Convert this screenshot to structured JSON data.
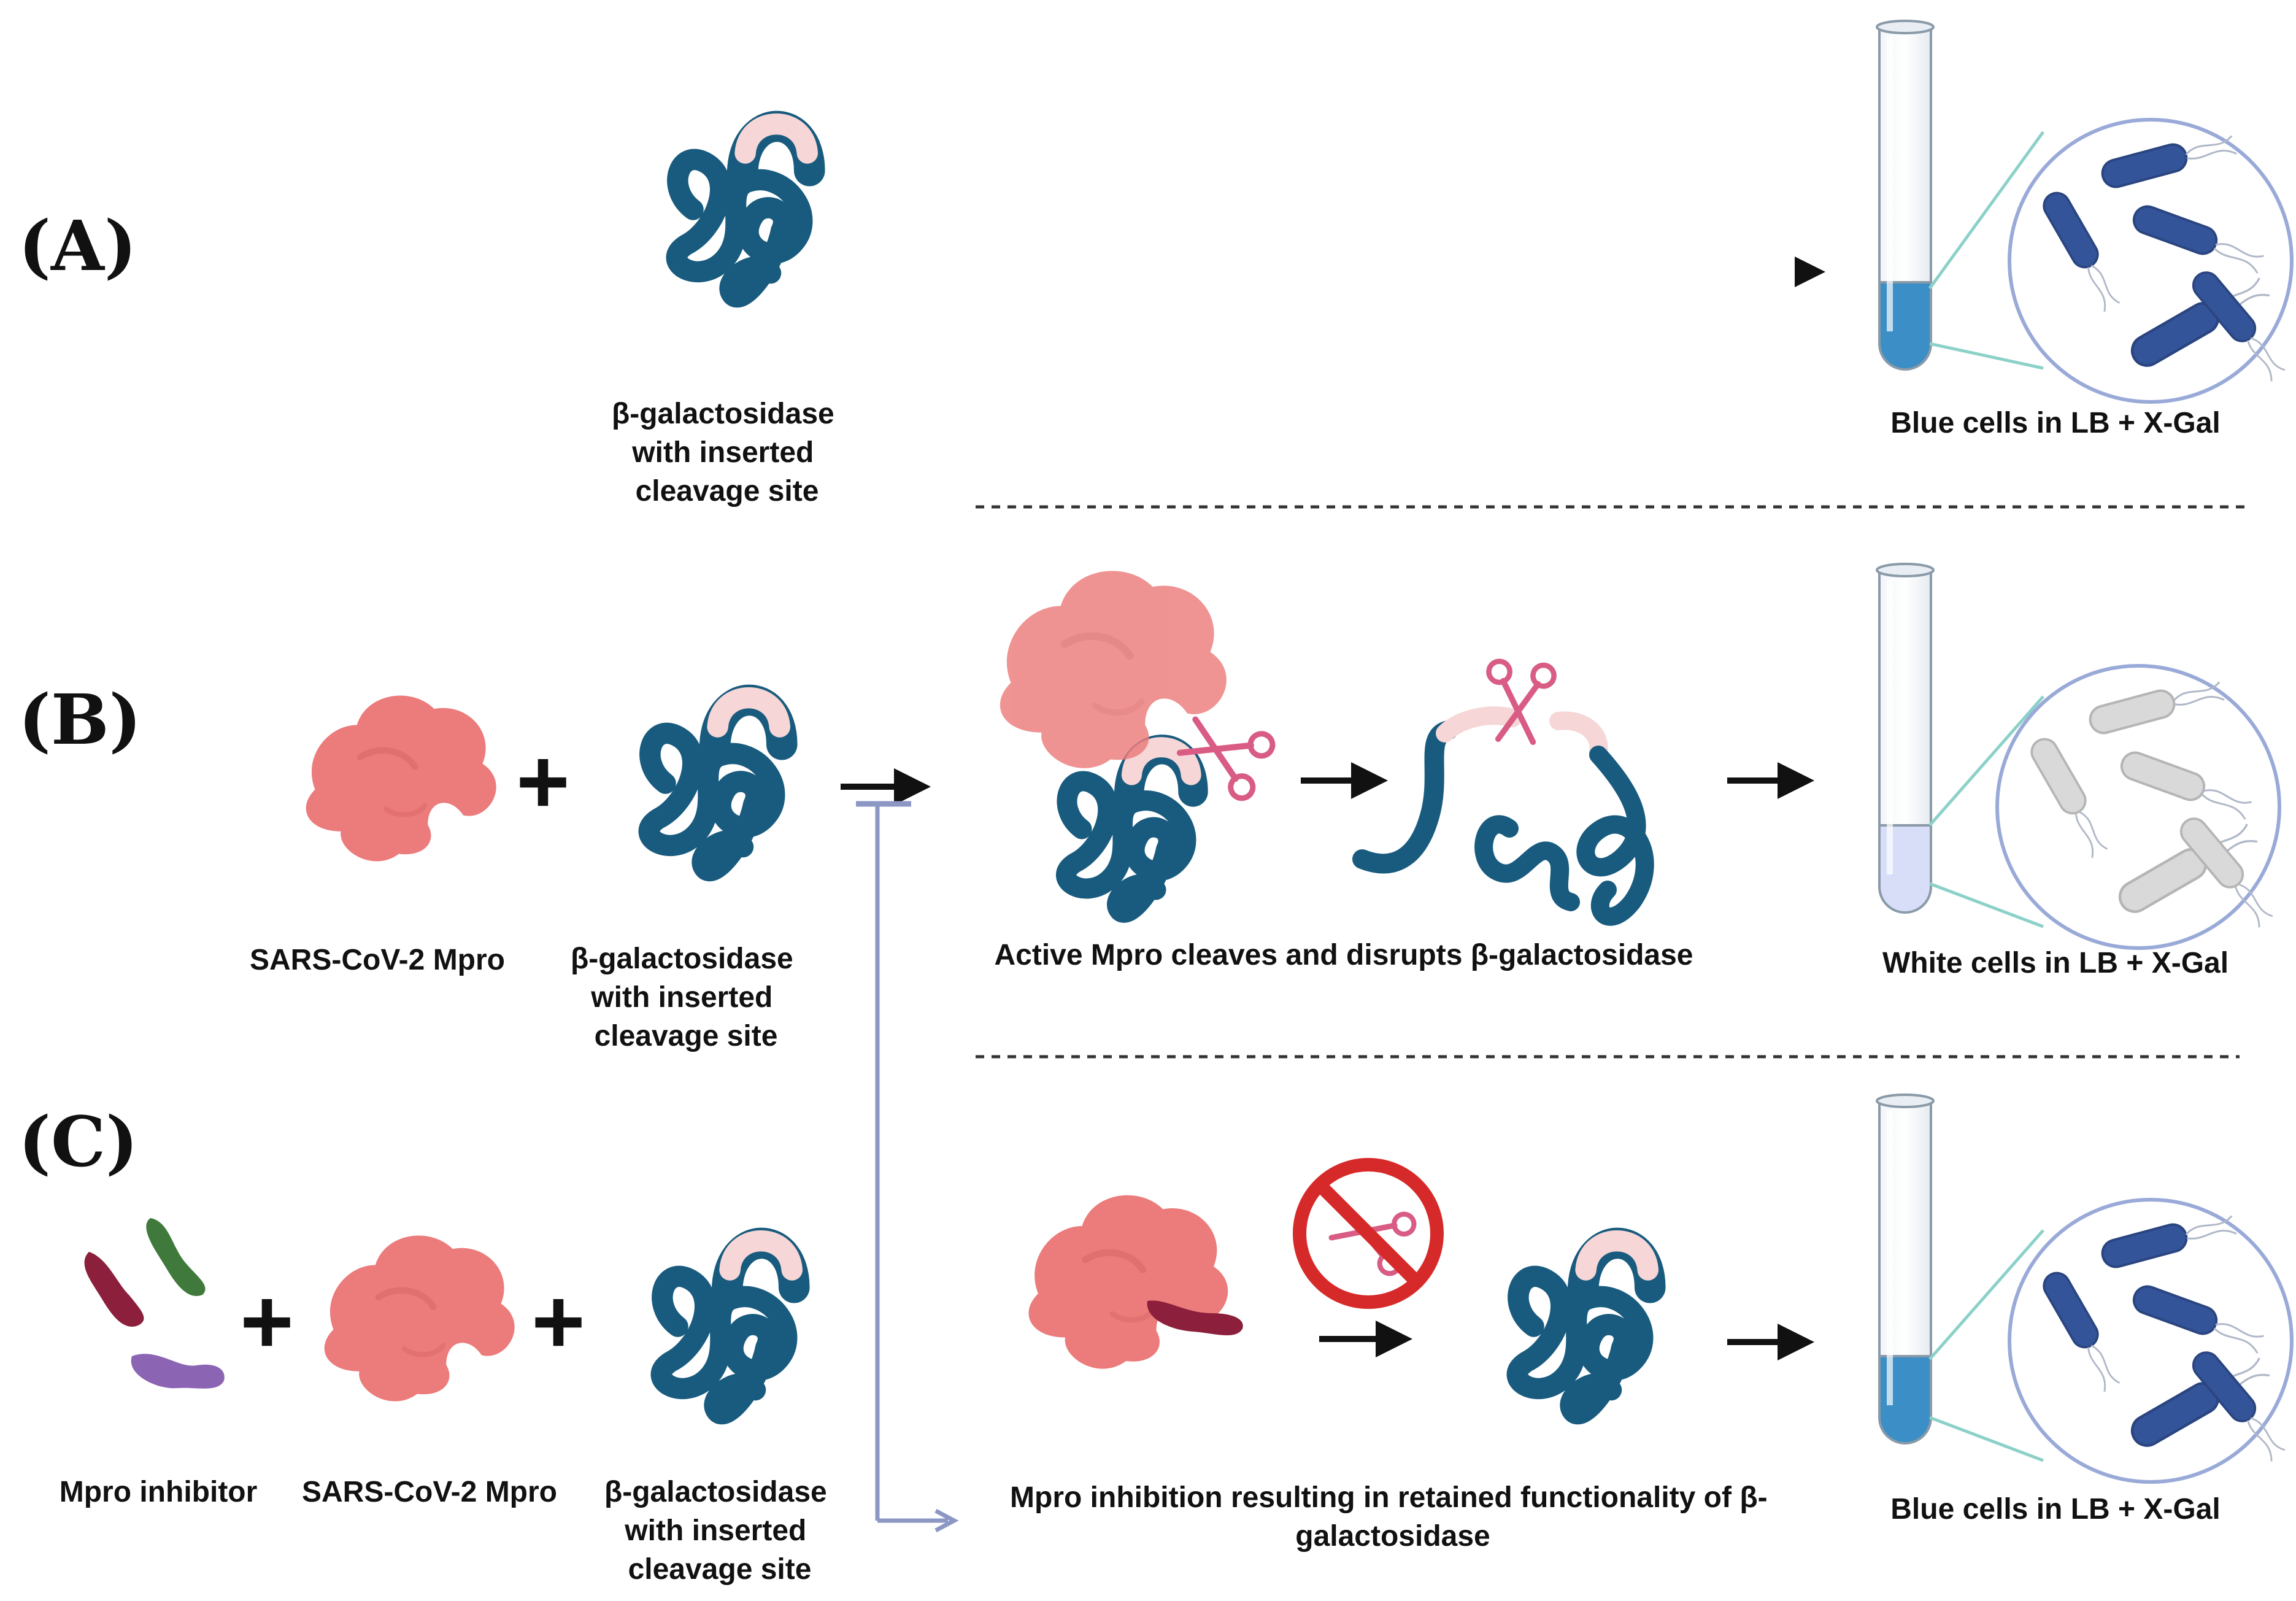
{
  "panels": {
    "a": "(A)",
    "b": "(B)",
    "c": "(C)"
  },
  "captions": {
    "a_enzyme": [
      "β-galactosidase",
      "with inserted",
      "cleavage site"
    ],
    "a_result": "Blue cells in LB + X-Gal",
    "b_mpro": "SARS-CoV-2 Mpro",
    "b_enzyme": [
      "β-galactosidase",
      "with inserted",
      "cleavage site"
    ],
    "b_cleave": "Active Mpro cleaves and disrupts β-galactosidase",
    "b_result": "White cells in LB + X-Gal",
    "c_inhibitor": "Mpro inhibitor",
    "c_mpro": "SARS-CoV-2 Mpro",
    "c_enzyme": [
      "β-galactosidase",
      "with inserted",
      "cleavage site"
    ],
    "c_inhibition": [
      "Mpro inhibition resulting in retained functionality of β-",
      "galactosidase"
    ],
    "c_result": "Blue cells in LB + X-Gal"
  },
  "symbols": {
    "plus": "+"
  },
  "colors": {
    "enzyme": "#195b7e",
    "cleavage_site": "#f6d6d6",
    "mpro": "#ec7b7b",
    "blue_medium": "#3b8ec6",
    "white_medium": "#d8def8",
    "bacteria_blue": "#34549a",
    "bacteria_white": "#d9d9d9",
    "inhibitor_red": "#8b1f3c",
    "inhibitor_green": "#3f7a3c",
    "inhibitor_purple": "#8c64b4",
    "no_sign": "#d62a2a",
    "scissors": "#d85c84",
    "connector": "#8c97c4"
  },
  "icons": [
    "beta-galactosidase-icon",
    "mpro-protease-icon",
    "test-tube-icon",
    "magnified-cells-icon",
    "scissors-icon",
    "no-cleavage-icon",
    "inhibitor-molecule-icon"
  ]
}
